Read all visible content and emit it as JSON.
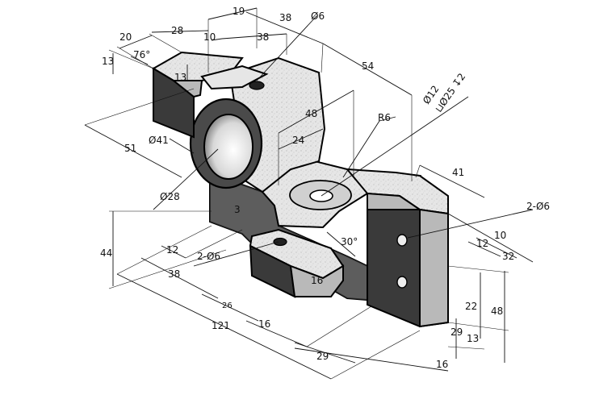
{
  "dimensions": {
    "d_19": "19",
    "d_38_top": "38",
    "d_phi6_top": "Ø6",
    "d_28": "28",
    "d_20": "20",
    "d_10_top": "10",
    "d_38_mid": "38",
    "d_13_left": "13",
    "d_13_inner": "13",
    "d_76deg": "76°",
    "d_54": "54",
    "d_phi12": "Ø12",
    "d_cbore": "⊔Ø25 ↧2",
    "d_48_mid": "48",
    "d_r6": "R6",
    "d_24": "24",
    "d_phi41": "Ø41",
    "d_51": "51",
    "d_phi28": "Ø28",
    "d_3": "3",
    "d_41": "41",
    "d_2phi6_right": "2-Ø6",
    "d_44": "44",
    "d_12_left": "12",
    "d_2phi6_left": "2-Ø6",
    "d_30deg": "30°",
    "d_12_right": "12",
    "d_10_right": "10",
    "d_32": "32",
    "d_38_bottom": "38",
    "d_16_vert": "16",
    "d_26": "26",
    "d_22": "22",
    "d_48_right": "48",
    "d_121": "121",
    "d_16_low": "16",
    "d_29_right": "29",
    "d_13_right": "13",
    "d_29_bottom": "29",
    "d_16_bottom": "16"
  },
  "colors": {
    "light_face": "#e6e6e6",
    "mid_face": "#b9b9b9",
    "dark_face": "#5d5d5d",
    "very_dark_face": "#3a3a3a",
    "line": "#111111"
  }
}
